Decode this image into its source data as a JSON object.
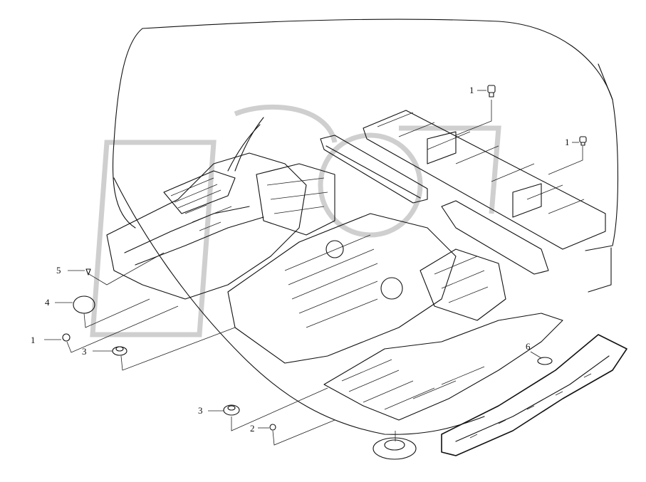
{
  "diagram": {
    "corner_mark": "",
    "callouts": [
      {
        "id": "c1a",
        "label": "1"
      },
      {
        "id": "c1b",
        "label": "1"
      },
      {
        "id": "c1c",
        "label": "1"
      },
      {
        "id": "c2",
        "label": "2"
      },
      {
        "id": "c3a",
        "label": "3"
      },
      {
        "id": "c3b",
        "label": "3"
      },
      {
        "id": "c4",
        "label": "4"
      },
      {
        "id": "c5",
        "label": "5"
      },
      {
        "id": "c6",
        "label": "6"
      }
    ],
    "colors": {
      "line": "#111111",
      "background": "#ffffff",
      "watermark": "#cfcfcf"
    }
  }
}
